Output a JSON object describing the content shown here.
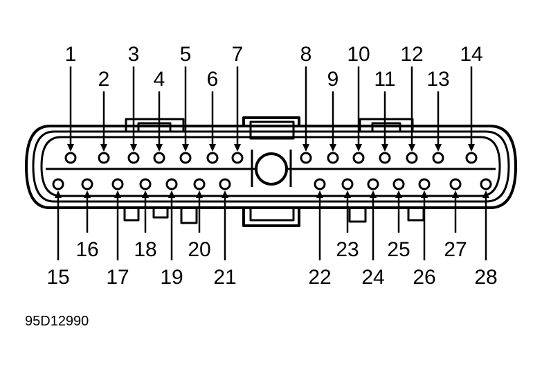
{
  "figure_id": "95D12990",
  "pins": [
    {
      "number": "1"
    },
    {
      "number": "2"
    },
    {
      "number": "3"
    },
    {
      "number": "4"
    },
    {
      "number": "5"
    },
    {
      "number": "6"
    },
    {
      "number": "7"
    },
    {
      "number": "8"
    },
    {
      "number": "9"
    },
    {
      "number": "10"
    },
    {
      "number": "11"
    },
    {
      "number": "12"
    },
    {
      "number": "13"
    },
    {
      "number": "14"
    },
    {
      "number": "15"
    },
    {
      "number": "16"
    },
    {
      "number": "17"
    },
    {
      "number": "18"
    },
    {
      "number": "19"
    },
    {
      "number": "20"
    },
    {
      "number": "21"
    },
    {
      "number": "22"
    },
    {
      "number": "23"
    },
    {
      "number": "24"
    },
    {
      "number": "25"
    },
    {
      "number": "26"
    },
    {
      "number": "27"
    },
    {
      "number": "28"
    }
  ]
}
